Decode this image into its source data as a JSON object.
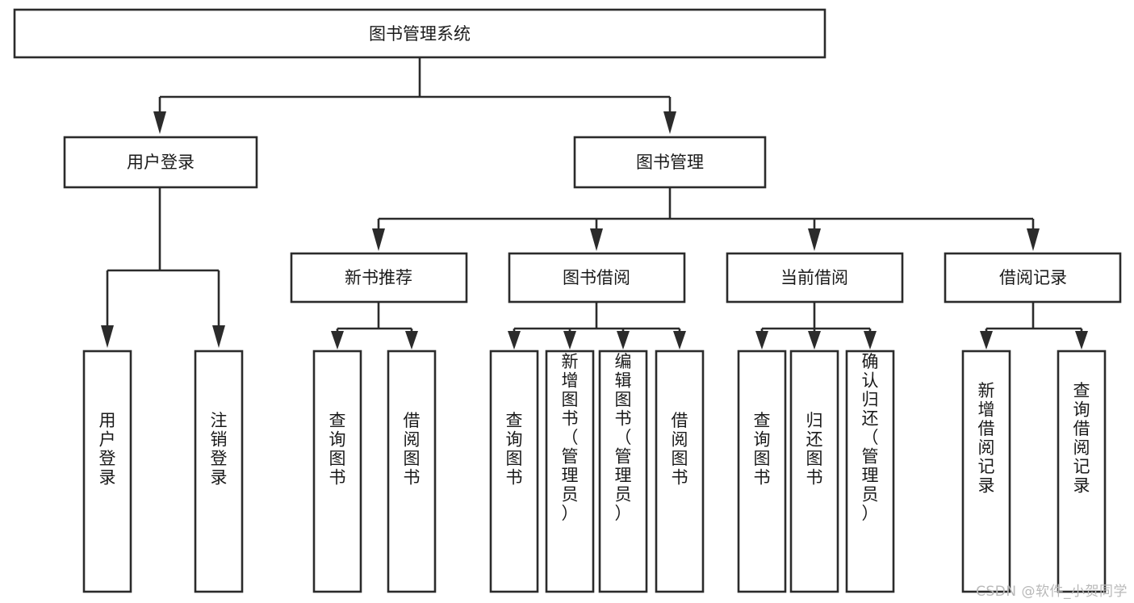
{
  "diagram": {
    "type": "hierarchy-tree",
    "title": "图书管理系统",
    "watermark": "CSDN @软件_小贺同学",
    "colors": {
      "stroke": "#2b2b2b",
      "fill": "#ffffff",
      "text": "#1a1a1a",
      "watermark": "#b9b9b9"
    },
    "root": {
      "label": "图书管理系统",
      "orientation": "horizontal"
    },
    "level2": [
      {
        "label": "用户登录",
        "orientation": "horizontal"
      },
      {
        "label": "图书管理",
        "orientation": "horizontal"
      }
    ],
    "level3": [
      {
        "label": "新书推荐",
        "orientation": "horizontal"
      },
      {
        "label": "图书借阅",
        "orientation": "horizontal"
      },
      {
        "label": "当前借阅",
        "orientation": "horizontal"
      },
      {
        "label": "借阅记录",
        "orientation": "horizontal"
      }
    ],
    "leaves": {
      "user_login": [
        {
          "label": "用户登录",
          "orientation": "vertical"
        },
        {
          "label": "注销登录",
          "orientation": "vertical"
        }
      ],
      "new_book_recommend": [
        {
          "label": "查询图书",
          "orientation": "vertical"
        },
        {
          "label": "借阅图书",
          "orientation": "vertical"
        }
      ],
      "book_borrow": [
        {
          "label": "查询图书",
          "orientation": "vertical"
        },
        {
          "label": "新增图书（管理员）",
          "orientation": "vertical"
        },
        {
          "label": "编辑图书（管理员）",
          "orientation": "vertical"
        },
        {
          "label": "借阅图书",
          "orientation": "vertical"
        }
      ],
      "current_borrow": [
        {
          "label": "查询图书",
          "orientation": "vertical"
        },
        {
          "label": "归还图书",
          "orientation": "vertical"
        },
        {
          "label": "确认归还（管理员）",
          "orientation": "vertical"
        }
      ],
      "borrow_record": [
        {
          "label": "新增借阅记录",
          "orientation": "vertical"
        },
        {
          "label": "查询借阅记录",
          "orientation": "vertical"
        }
      ]
    }
  }
}
